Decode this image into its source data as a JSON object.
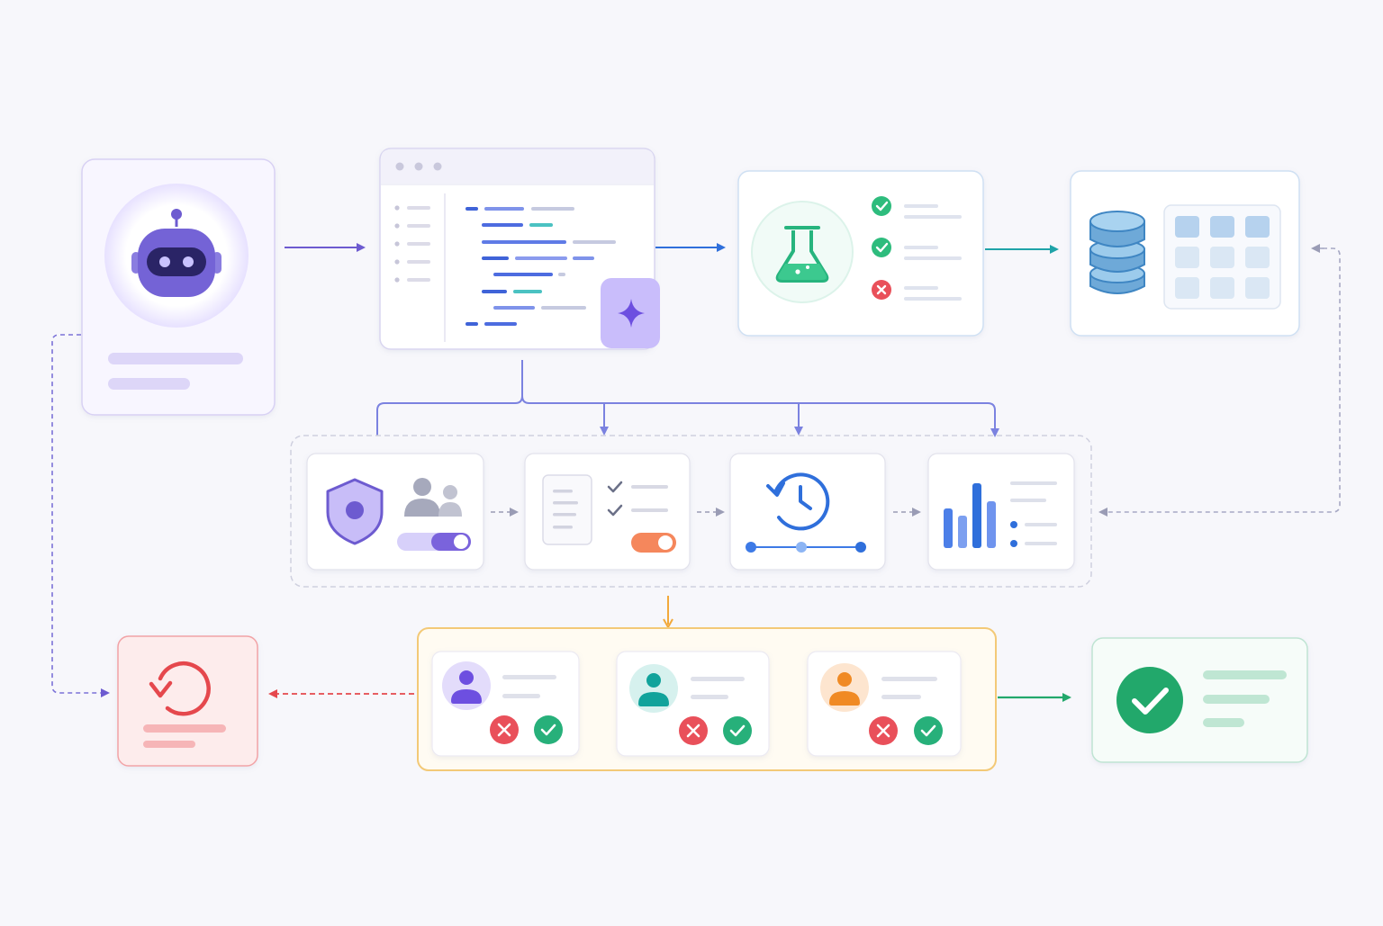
{
  "colors": {
    "background": "#f7f7fb",
    "agent_purple": "#6d5bd0",
    "code_blue": "#2f6fdb",
    "test_green": "#27b47e",
    "data_teal": "#3a93c9",
    "review_orange": "#f2a93b",
    "rollback_red": "#e5484d",
    "success_green": "#22a86b"
  },
  "nodes": [
    {
      "id": "agent",
      "icon": "robot-icon"
    },
    {
      "id": "code-editor",
      "icon": "sparkle-icon"
    },
    {
      "id": "tests",
      "icon": "flask-icon",
      "results": [
        "pass",
        "pass",
        "fail"
      ]
    },
    {
      "id": "database",
      "icon": "database-icon"
    },
    {
      "id": "access-control",
      "icon": "shield-icon",
      "toggle": "on"
    },
    {
      "id": "checklist",
      "icon": "checklist-icon",
      "toggle": "on"
    },
    {
      "id": "version-history",
      "icon": "history-icon"
    },
    {
      "id": "analytics",
      "icon": "bar-chart-icon",
      "bars": [
        0.55,
        0.45,
        0.9,
        0.65
      ]
    },
    {
      "id": "reviewer-1",
      "icon": "user-icon",
      "actions": [
        "reject-icon",
        "approve-icon"
      ]
    },
    {
      "id": "reviewer-2",
      "icon": "user-icon",
      "actions": [
        "reject-icon",
        "approve-icon"
      ]
    },
    {
      "id": "reviewer-3",
      "icon": "user-icon",
      "actions": [
        "reject-icon",
        "approve-icon"
      ]
    },
    {
      "id": "rollback",
      "icon": "undo-icon"
    },
    {
      "id": "success",
      "icon": "check-circle-icon"
    }
  ]
}
